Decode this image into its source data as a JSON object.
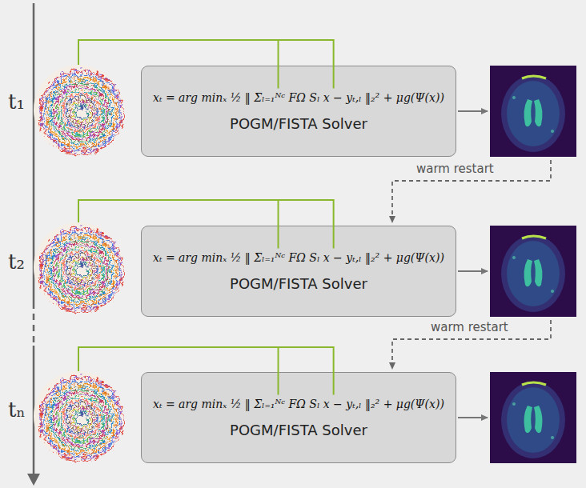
{
  "diagram": {
    "nodes": [
      {
        "text": [
          "xₜ = arg minₓ ½ ‖ Σₗ₌₁ᴺᶜ FΩ Sₗ x − yₜ,ₗ ‖₂² + μg(Ψ(x))",
          "POGM/FISTA Solver"
        ]
      },
      {
        "text": [
          "xₜ = arg minₓ ½ ‖ Σₗ₌₁ᴺᶜ FΩ Sₗ x − yₜ,ₗ ‖₂² + μg(Ψ(x))",
          "POGM/FISTA Solver"
        ]
      },
      {
        "text": [
          "xₜ = arg minₓ ½ ‖ Σₗ₌₁ᴺᶜ FΩ Sₗ x − yₜ,ₗ ‖₂² + μg(Ψ(x))",
          "POGM/FISTA Solver"
        ]
      }
    ],
    "edges": [],
    "labels": [
      "t₁",
      "t₂",
      "tₙ",
      "warm restart",
      "warm restart"
    ]
  }
}
